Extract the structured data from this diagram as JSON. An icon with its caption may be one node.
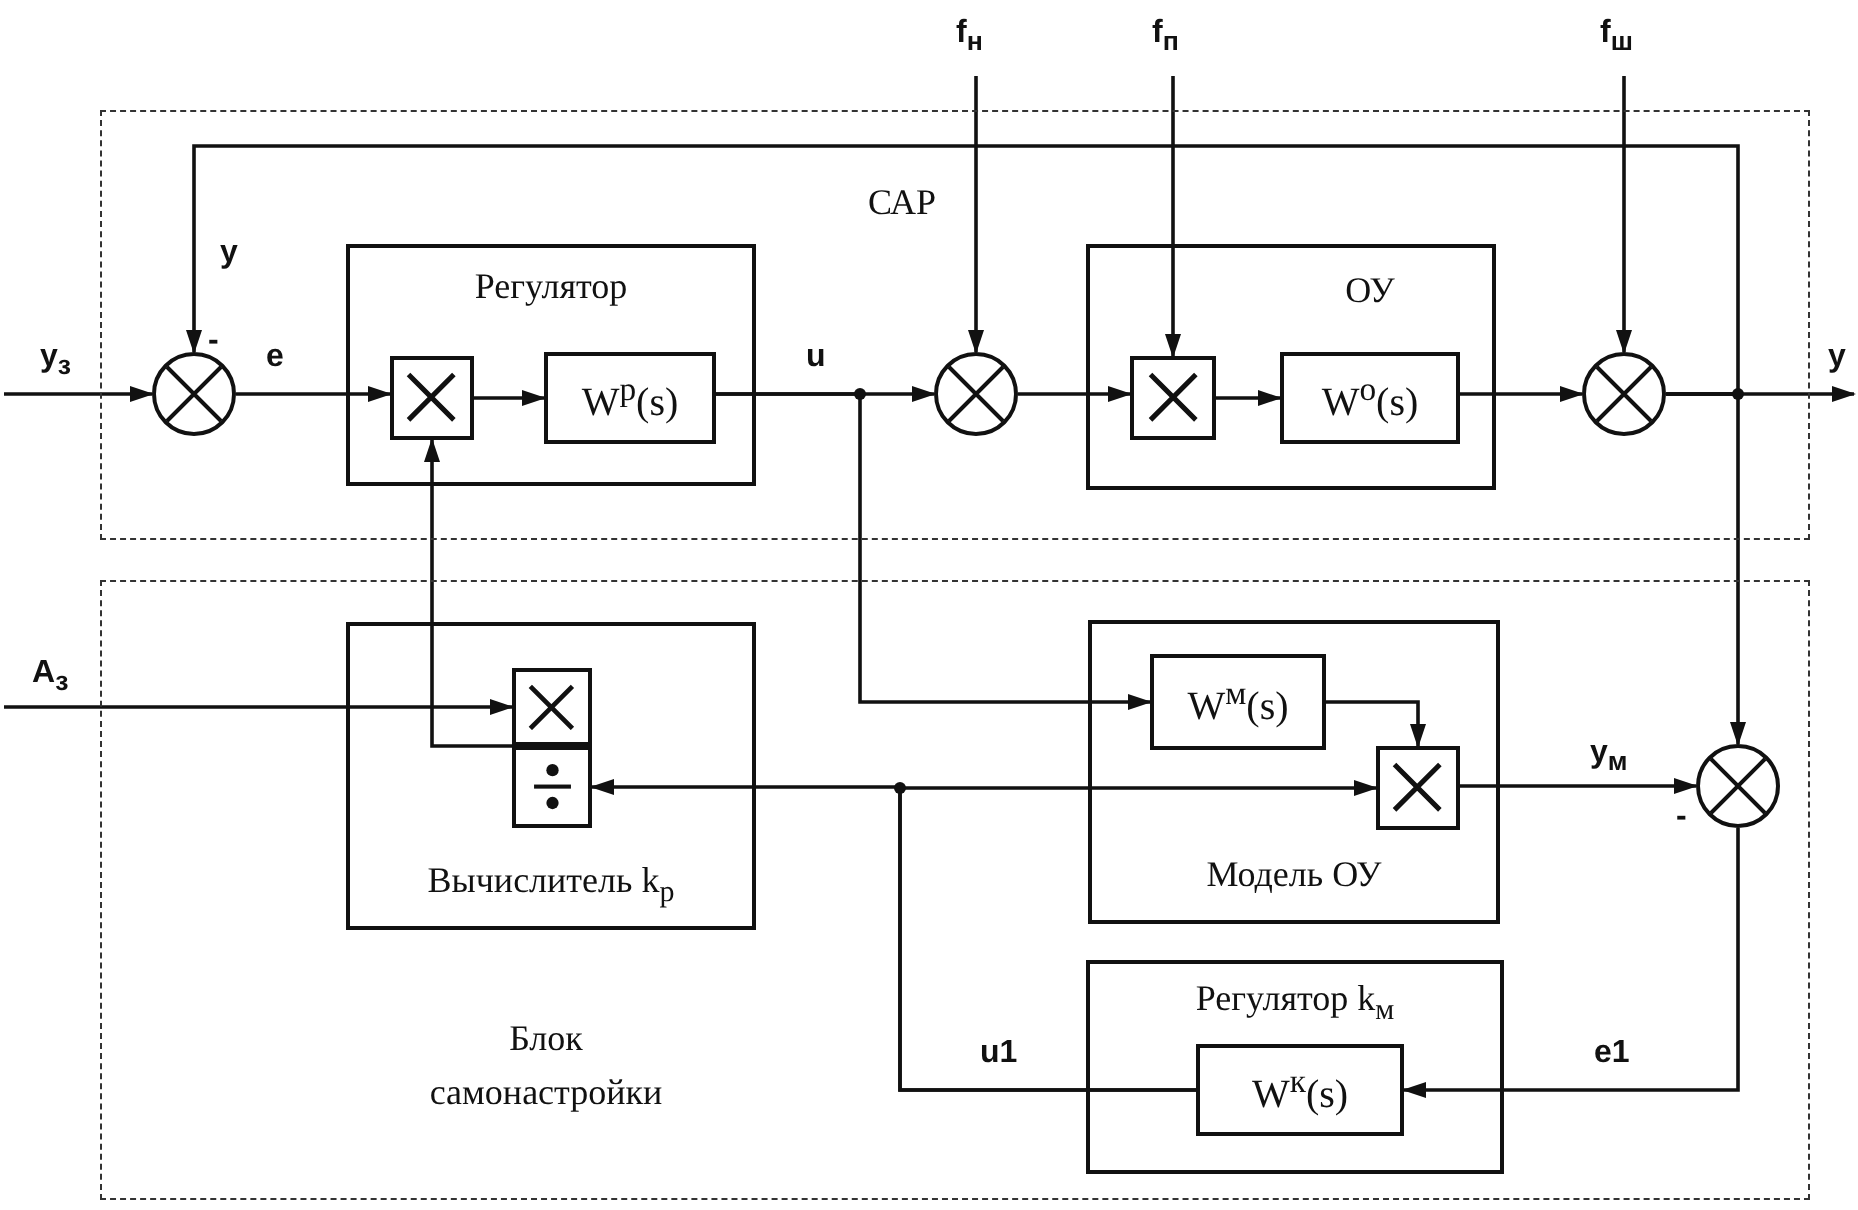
{
  "diagram": {
    "nodes": [
      {
        "text": [
          "САР"
        ]
      },
      {
        "text": [],
        "shape": "circle",
        "in": 0
      },
      {
        "text": [
          "Регулятор"
        ],
        "in": 0
      },
      {
        "text": [],
        "shape": "box",
        "in": 2
      },
      {
        "text": [
          "W$^{р}$(s)"
        ],
        "in": 2
      },
      {
        "text": [],
        "shape": "circle",
        "in": 0
      },
      {
        "text": [
          "ОУ"
        ],
        "in": 0
      },
      {
        "text": [],
        "shape": "box",
        "in": 6
      },
      {
        "text": [
          "W$^{о}$(s)"
        ],
        "in": 6
      },
      {
        "text": [],
        "shape": "circle",
        "in": 0
      },
      {
        "text": [
          "Блок самонастройки"
        ]
      },
      {
        "text": [
          "Вычислитель k$_{р}$"
        ],
        "in": 10
      },
      {
        "text": [],
        "shape": "box",
        "in": 11
      },
      {
        "text": [],
        "shape": "box",
        "in": 11
      },
      {
        "text": [
          "Модель ОУ"
        ],
        "in": 10
      },
      {
        "text": [
          "W$^{м}$(s)"
        ],
        "in": 14
      },
      {
        "text": [],
        "shape": "box",
        "in": 14
      },
      {
        "text": [],
        "shape": "circle",
        "in": 10
      },
      {
        "text": [
          "Регулятор k$_{м}$"
        ],
        "in": 10
      },
      {
        "text": [
          "W$^{к}$(s)"
        ],
        "in": 18
      }
    ],
    "edges": [
      {
        "from": null,
        "to": 1,
        "arrow": "to",
        "label": "y$_{з}$"
      },
      {
        "from": 1,
        "to": 3,
        "arrow": "to",
        "label": "e"
      },
      {
        "from": 3,
        "to": 4,
        "arrow": "to"
      },
      {
        "from": 4,
        "to": 5,
        "arrow": "to",
        "label": "u"
      },
      {
        "from": null,
        "to": 5,
        "arrow": "to",
        "label": "f$_{н}$"
      },
      {
        "from": 5,
        "to": 7,
        "arrow": "to"
      },
      {
        "from": null,
        "to": 7,
        "arrow": "to",
        "label": "f$_{п}$"
      },
      {
        "from": 7,
        "to": 8,
        "arrow": "to"
      },
      {
        "from": 8,
        "to": 9,
        "arrow": "to"
      },
      {
        "from": null,
        "to": 9,
        "arrow": "to",
        "label": "f$_{ш}$"
      },
      {
        "from": 9,
        "to": null,
        "arrow": "to",
        "label": "y"
      },
      {
        "from": 9,
        "to": 1,
        "arrow": "to",
        "label": "y"
      },
      {
        "from": 9,
        "to": 17,
        "arrow": "to"
      },
      {
        "from": 4,
        "to": 15,
        "arrow": "to"
      },
      {
        "from": null,
        "to": 12,
        "arrow": "to",
        "label": "A$_{з}$"
      },
      {
        "from": 12,
        "to": 3,
        "arrow": "to"
      },
      {
        "from": 19,
        "to": 13,
        "arrow": "to",
        "label": "u1"
      },
      {
        "from": 19,
        "to": 16,
        "arrow": "to"
      },
      {
        "from": 15,
        "to": 16,
        "arrow": "to"
      },
      {
        "from": 16,
        "to": 17,
        "arrow": "to",
        "label": "y$_{м}$"
      },
      {
        "from": 17,
        "to": 19,
        "arrow": "to",
        "label": "e1"
      }
    ],
    "labels": [
      "-",
      "-"
    ]
  }
}
